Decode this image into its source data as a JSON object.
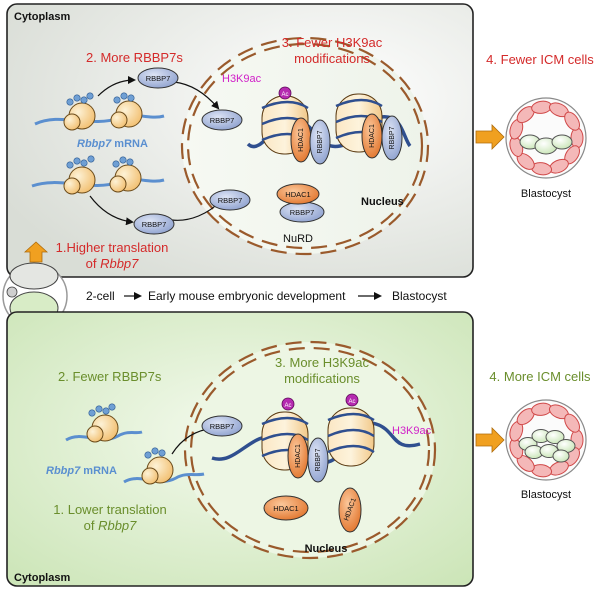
{
  "top_panel": {
    "cytoplasm_label": "Cytoplasm",
    "step1_line1": "1.Higher translation",
    "step1_line2": "of ",
    "step1_gene": "Rbbp7",
    "step2": "2. More RBBP7s",
    "step3_line1": "3. Fewer H3K9ac",
    "step3_line2": "modifications",
    "mrna_gene": "Rbbp7",
    "mrna_suffix": " mRNA",
    "nucleus_label": "Nucleus",
    "nurd_label": "NuRD",
    "mark_label": "H3K9ac",
    "protein_label": "RBBP7",
    "hdac_label": "HDAC1",
    "ac_label": "Ac"
  },
  "top_outcome": {
    "label": "4. Fewer ICM cells",
    "caption": "Blastocyst"
  },
  "middle": {
    "stage_start": "2-cell",
    "process": "Early mouse embryonic development",
    "stage_end": "Blastocyst"
  },
  "bottom_panel": {
    "cytoplasm_label": "Cytoplasm",
    "step1_line1": "1. Lower translation",
    "step1_line2": "of ",
    "step1_gene": "Rbbp7",
    "step2": "2. Fewer RBBP7s",
    "step3_line1": "3. More H3K9ac",
    "step3_line2": "modifications",
    "mrna_gene": "Rbbp7",
    "mrna_suffix": " mRNA",
    "nucleus_label": "Nucleus",
    "mark_label": "H3K9ac",
    "protein_label": "RBBP7",
    "hdac_label": "HDAC1",
    "ac_label": "Ac"
  },
  "bottom_outcome": {
    "label": "4. More ICM cells",
    "caption": "Blastocyst"
  },
  "colors": {
    "red_text": "#d42a2a",
    "green_text": "#6a8e2c",
    "magenta_text": "#d020c8",
    "blue_text": "#5a8fd0",
    "rbbp7_fill": "#a9b8de",
    "hdac1_fill": "#f08a44",
    "ribosome_fill": "#f6cf86",
    "nucleus_dash": "#9a5a2c",
    "arrow_orange": "#f0a020",
    "top_panel_bg": "#eceeea",
    "bottom_panel_bg": "#d6ebc5"
  }
}
